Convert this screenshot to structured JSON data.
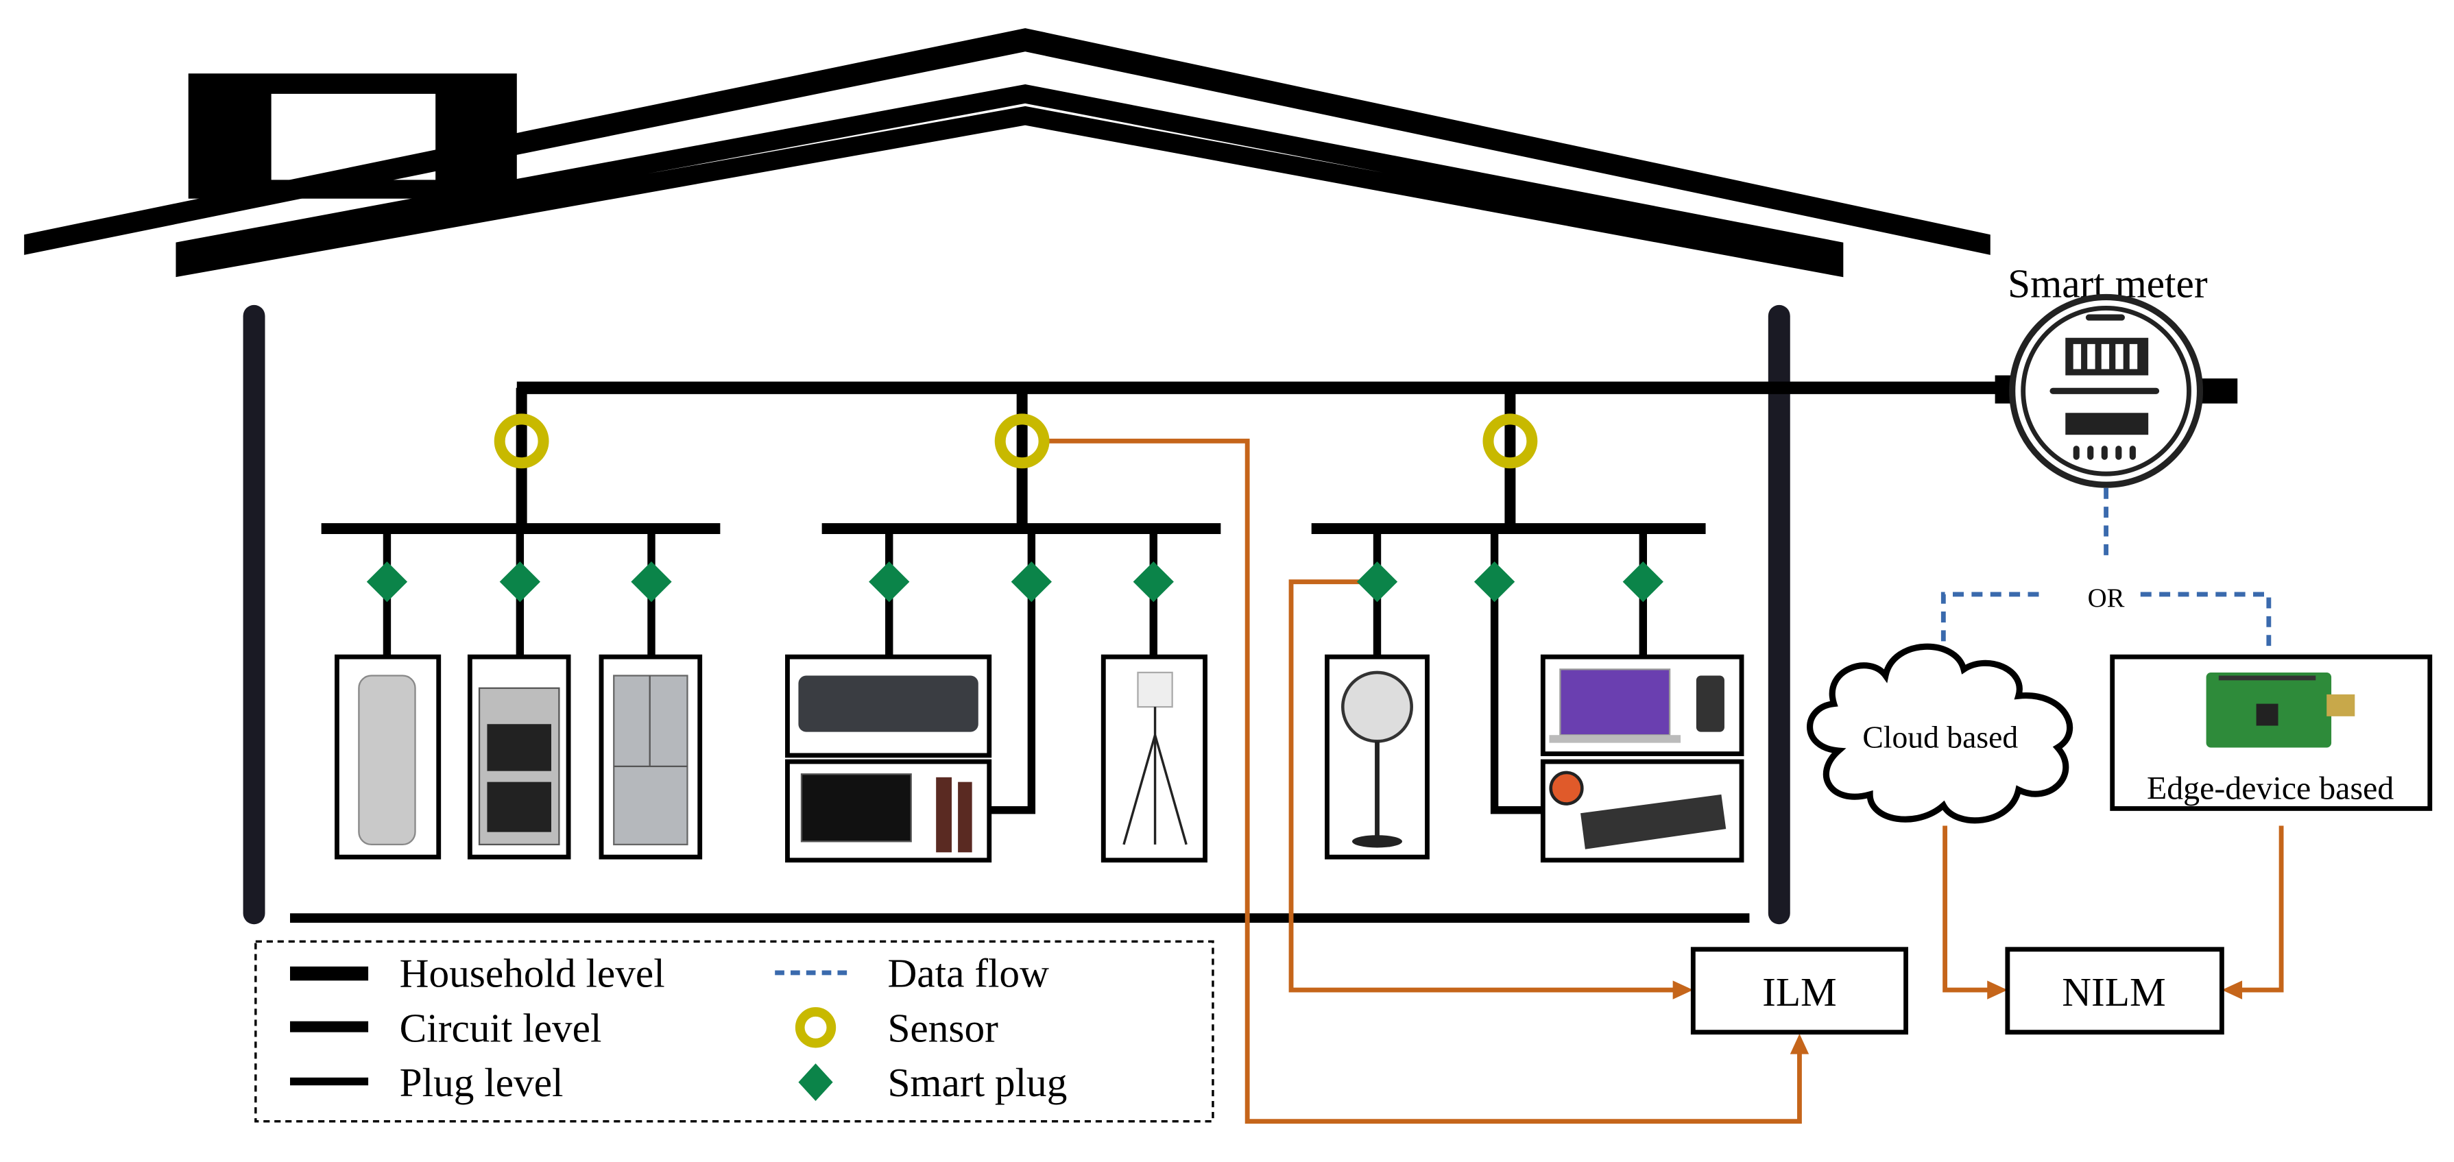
{
  "colors": {
    "wire": "#000000",
    "sensor": "#c8b900",
    "smart_plug": "#0b8449",
    "data_flow": "#3a6aad",
    "measurement_flow": "#c5651a"
  },
  "labels": {
    "smart_meter": "Smart meter",
    "or": "OR",
    "cloud": "Cloud based",
    "edge": "Edge-device based",
    "ilm": "ILM",
    "nilm": "NILM"
  },
  "appliances": {
    "circuit_1": [
      "water-heater",
      "electric-range",
      "refrigerator"
    ],
    "circuit_2": [
      "air-conditioner",
      "tv-and-speakers",
      "floor-lamp"
    ],
    "circuit_3": [
      "standing-fan",
      "laptop-and-phone",
      "thermostat-and-baseboard-heater"
    ]
  },
  "legend": {
    "household": "Household level",
    "circuit": "Circuit level",
    "plug": "Plug level",
    "data_flow": "Data flow",
    "sensor": "Sensor",
    "smart_plug": "Smart plug"
  }
}
